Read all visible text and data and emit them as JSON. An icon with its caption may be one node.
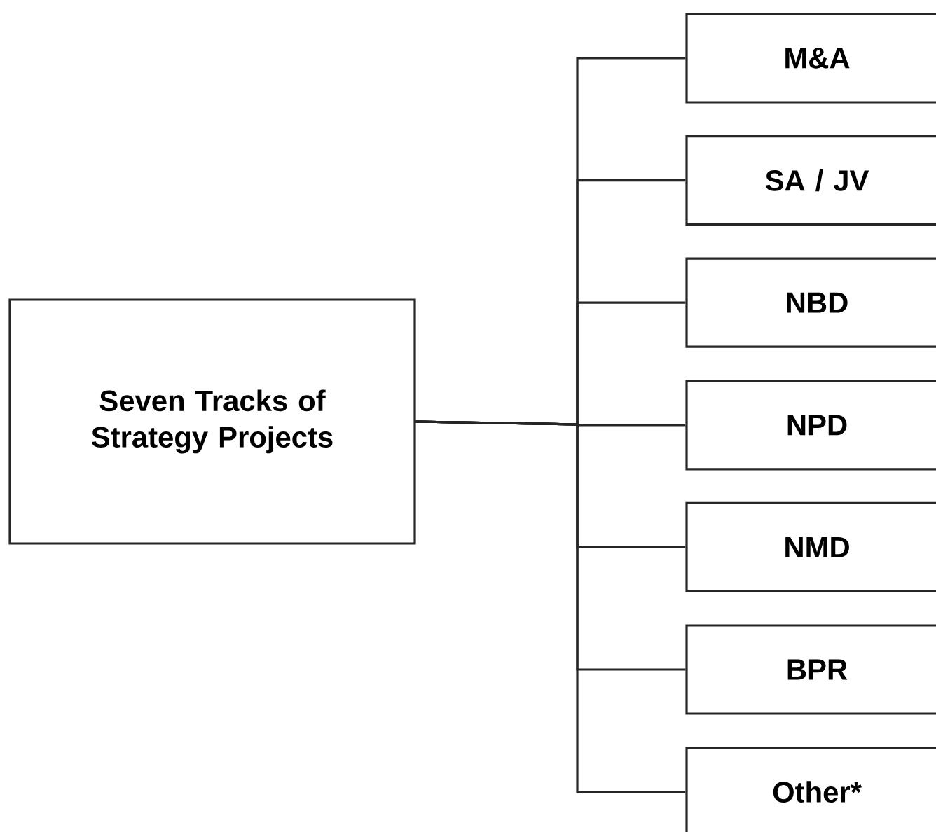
{
  "diagram": {
    "nodes": [
      {
        "text": [
          "Seven Tracks of Strategy Projects"
        ]
      },
      {
        "text": [
          "M&A"
        ]
      },
      {
        "text": [
          "SA / JV"
        ]
      },
      {
        "text": [
          "NBD"
        ]
      },
      {
        "text": [
          "NPD"
        ]
      },
      {
        "text": [
          "NMD"
        ]
      },
      {
        "text": [
          "BPR"
        ]
      },
      {
        "text": [
          "Other*"
        ]
      }
    ],
    "edges": [
      {
        "from": 0,
        "to": 1,
        "arrow": "none"
      },
      {
        "from": 0,
        "to": 2,
        "arrow": "none"
      },
      {
        "from": 0,
        "to": 3,
        "arrow": "none"
      },
      {
        "from": 0,
        "to": 4,
        "arrow": "none"
      },
      {
        "from": 0,
        "to": 5,
        "arrow": "none"
      },
      {
        "from": 0,
        "to": 6,
        "arrow": "none"
      },
      {
        "from": 0,
        "to": 7,
        "arrow": "none"
      }
    ]
  }
}
